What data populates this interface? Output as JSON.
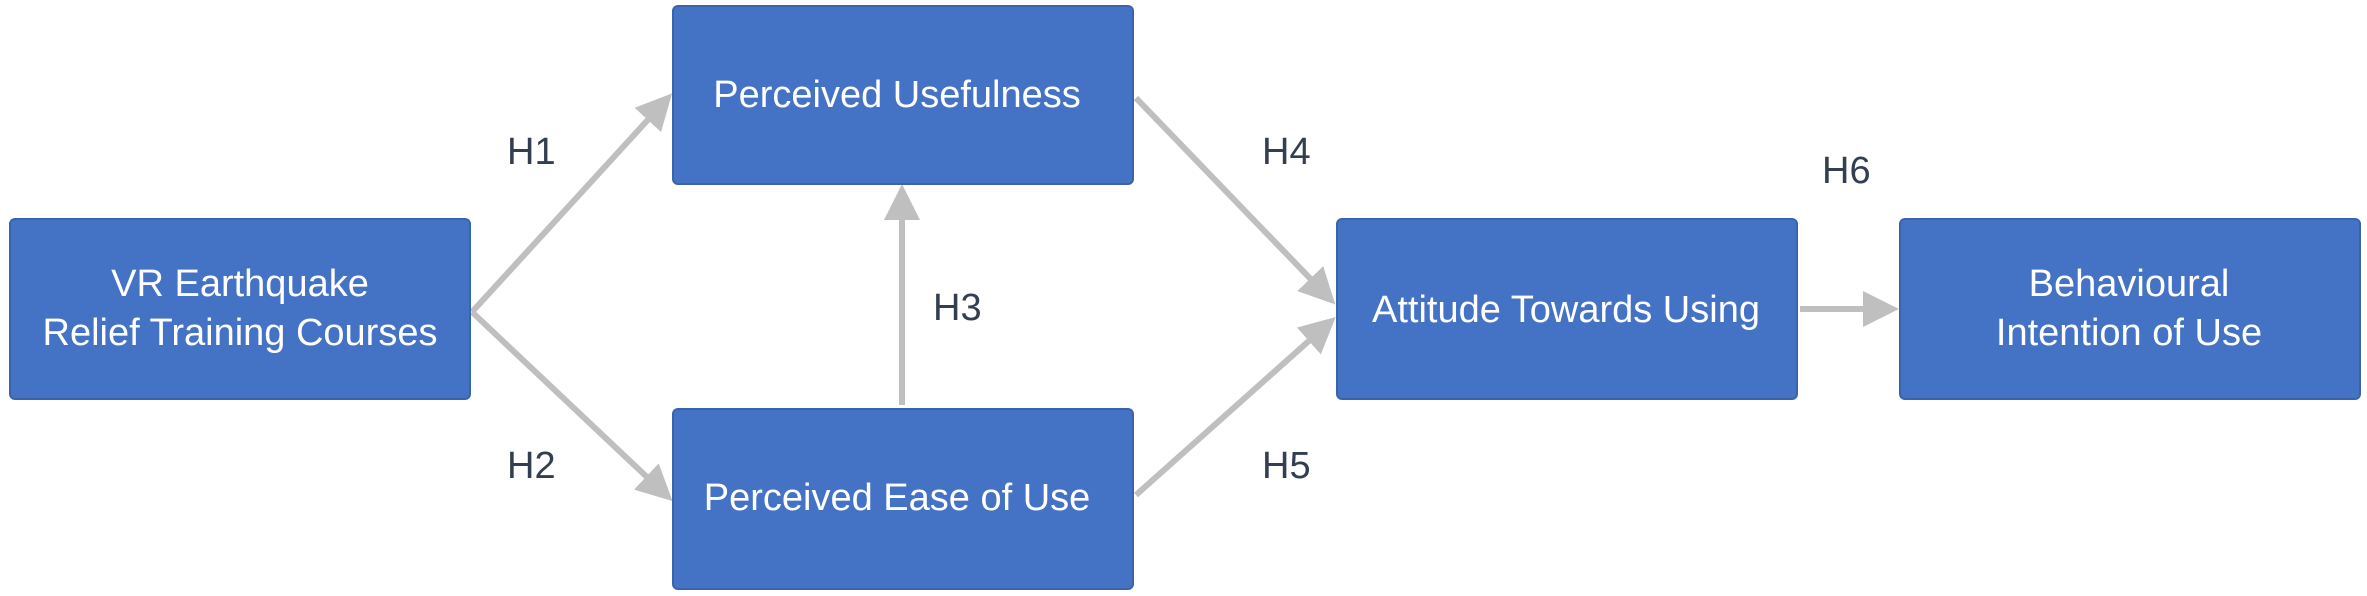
{
  "colors": {
    "box_fill": "#4472c4",
    "box_text": "#ffffff",
    "arrow": "#bfbfbf",
    "label_text": "#333f50"
  },
  "boxes": {
    "vr_courses": {
      "line1": "VR Earthquake",
      "line2": "Relief Training Courses"
    },
    "usefulness": {
      "label": "Perceived Usefulness"
    },
    "ease_of_use": {
      "label": "Perceived Ease of Use"
    },
    "attitude": {
      "label": "Attitude Towards Using"
    },
    "intention": {
      "line1": "Behavioural",
      "line2": "Intention of Use"
    }
  },
  "hypotheses": {
    "h1": "H1",
    "h2": "H2",
    "h3": "H3",
    "h4": "H4",
    "h5": "H5",
    "h6": "H6"
  }
}
